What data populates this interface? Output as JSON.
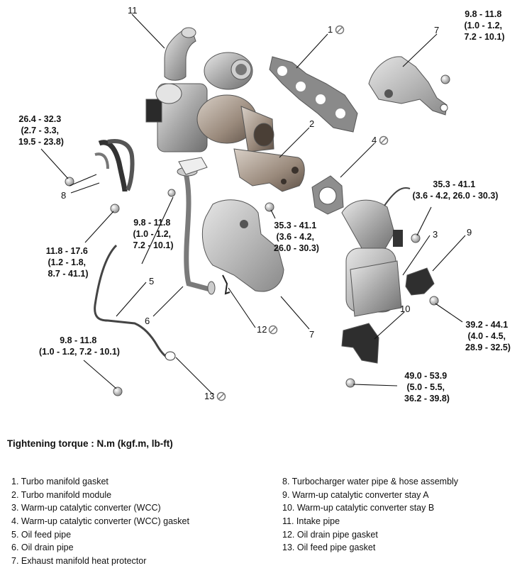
{
  "callouts": {
    "c1": "1",
    "c2": "2",
    "c3": "3",
    "c4": "4",
    "c5": "5",
    "c6": "6",
    "c7a": "7",
    "c7b": "7",
    "c8": "8",
    "c9": "9",
    "c10": "10",
    "c11": "11",
    "c12": "12",
    "c13": "13"
  },
  "torques": {
    "t_top_right": [
      "9.8 - 11.8",
      "(1.0 - 1.2,",
      "7.2 - 10.1)"
    ],
    "t_left_upper": [
      "26.4 - 32.3",
      "(2.7 - 3.3,",
      "19.5 - 23.8)"
    ],
    "t_right_upper": [
      "35.3 - 41.1",
      "(3.6 - 4.2, 26.0 - 30.3)"
    ],
    "t_left_mid": [
      "11.8 - 17.6",
      "(1.2 - 1.8,",
      "8.7 - 41.1)"
    ],
    "t_center": [
      "9.8 - 11.8",
      "(1.0 - 1.2,",
      "7.2 - 10.1)"
    ],
    "t_center_right": [
      "35.3 - 41.1",
      "(3.6 - 4.2,",
      "26.0 - 30.3)"
    ],
    "t_right_mid": [
      "39.2 - 44.1",
      "(4.0 - 4.5,",
      "28.9 - 32.5)"
    ],
    "t_left_lower": [
      "9.8 - 11.8",
      "(1.0 - 1.2, 7.2 - 10.1)"
    ],
    "t_right_lower": [
      "49.0 - 53.9",
      "(5.0 - 5.5,",
      "36.2 - 39.8)"
    ]
  },
  "icons": [
    "do-not-reuse-icon",
    "bolt-icon"
  ],
  "caption": "Tightening torque : N.m (kgf.m, lb-ft)",
  "legend_left": [
    "1. Turbo manifold gasket",
    "2. Turbo manifold module",
    "3. Warm-up catalytic converter (WCC)",
    "4. Warm-up catalytic converter (WCC) gasket",
    "5. Oil feed pipe",
    "6. Oil drain pipe",
    "7. Exhaust manifold heat protector"
  ],
  "legend_right": [
    "8. Turbocharger water pipe & hose assembly",
    "9. Warm-up catalytic converter stay A",
    "10. Warm-up catalytic converter stay B",
    "11. Intake pipe",
    "12. Oil drain pipe gasket",
    "13. Oil feed pipe gasket"
  ]
}
